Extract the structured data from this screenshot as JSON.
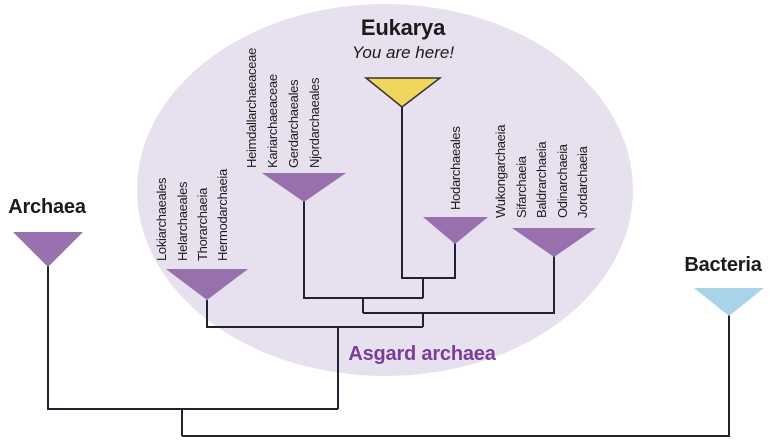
{
  "figure": {
    "eukarya_title": "Eukarya",
    "eukarya_subtitle": "You are here!",
    "archaea_label": "Archaea",
    "bacteria_label": "Bacteria",
    "asgard_label": "Asgard archaea"
  },
  "clades": {
    "loki_group": [
      "Lokiarchaeales",
      "Helarchaeales",
      "Thorarchaeia",
      "Hermodarchaeia"
    ],
    "heimdall_group": [
      "Heimdallarchaeaceae",
      "Kariarchaeaceae",
      "Gerdarchaeales",
      "Njordarchaeales"
    ],
    "hod_group": [
      "Hodarchaeales"
    ],
    "wukong_group": [
      "Wukongarchaeia",
      "Sifarchaeia",
      "Baldrarchaeia",
      "Odinarchaeia",
      "Jordarchaeia"
    ]
  },
  "colors": {
    "bg": "#ffffff",
    "ellipse": "#e7e1ef",
    "purple": "#9770ad",
    "yellow": "#f1d65e",
    "blue": "#a9d3e9",
    "line": "#232031",
    "asgard": "#7b3e98",
    "ink": "#1b1b1b",
    "outline": "#333333"
  }
}
